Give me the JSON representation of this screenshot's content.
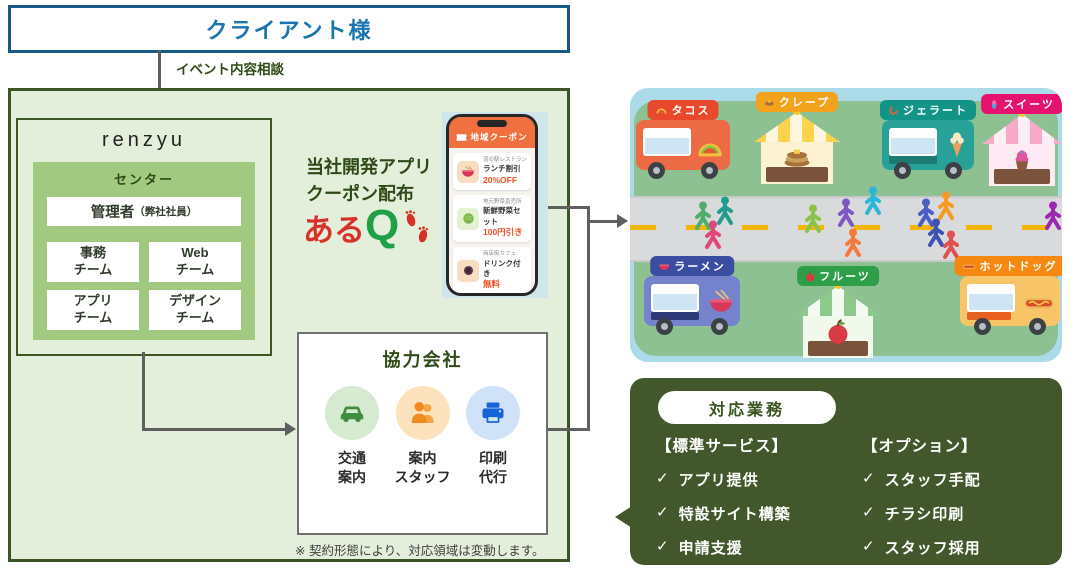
{
  "client_box": {
    "label": "クライアント様"
  },
  "consult_arrow": {
    "label": "イベント内容相談"
  },
  "renzyu": {
    "title": "renzyu",
    "center": "センター",
    "manager_main": "管理者",
    "manager_sub": "（弊社社員）",
    "teams": [
      {
        "line1": "事務",
        "line2": "チーム"
      },
      {
        "line1": "Web",
        "line2": "チーム"
      },
      {
        "line1": "アプリ",
        "line2": "チーム"
      },
      {
        "line1": "デザイン",
        "line2": "チーム"
      }
    ]
  },
  "app_promo": {
    "line1": "当社開発アプリ",
    "line2": "クーポン配布",
    "logo_red": "ある",
    "logo_green": "Q"
  },
  "phone_app": {
    "header": "地域クーポン",
    "coupons": [
      {
        "shop": "道の駅レストラン",
        "title": "ランチ割引",
        "offer": "20%OFF",
        "icon": "ramen-bowl-icon"
      },
      {
        "shop": "地元野菜直売所",
        "title": "新鮮野菜セット",
        "offer": "100円引き",
        "icon": "vegetable-icon"
      },
      {
        "shop": "商店街カフェ",
        "title": "ドリンク付き",
        "offer": "無料",
        "icon": "coffee-icon"
      }
    ]
  },
  "partners": {
    "title": "協力会社",
    "items": [
      {
        "icon": "car-icon",
        "line1": "交通",
        "line2": "案内"
      },
      {
        "icon": "staff-icon",
        "line1": "案内",
        "line2": "スタッフ"
      },
      {
        "icon": "printer-icon",
        "line1": "印刷",
        "line2": "代行"
      }
    ],
    "note": "※ 契約形態により、対応領域は変動します。"
  },
  "market": {
    "stalls": [
      {
        "label": "タコス",
        "kind": "truck",
        "badge_color": "#e8492c"
      },
      {
        "label": "クレープ",
        "kind": "tent",
        "badge_color": "#f3a21c"
      },
      {
        "label": "ジェラート",
        "kind": "truck",
        "badge_color": "#129487"
      },
      {
        "label": "スイーツ",
        "kind": "tent",
        "badge_color": "#e5136f"
      },
      {
        "label": "ラーメン",
        "kind": "truck",
        "badge_color": "#3b4da0"
      },
      {
        "label": "フルーツ",
        "kind": "tent",
        "badge_color": "#2f9e49"
      },
      {
        "label": "ホットドッグ",
        "kind": "truck",
        "badge_color": "#f58811"
      }
    ]
  },
  "services": {
    "title": "対応業務",
    "check": "✓",
    "columns": [
      {
        "heading": "【標準サービス】",
        "items": [
          "アプリ提供",
          "特設サイト構築",
          "申請支援"
        ]
      },
      {
        "heading": "【オプション】",
        "items": [
          "スタッフ手配",
          "チラシ印刷",
          "スタッフ採用"
        ]
      }
    ]
  },
  "colors": {
    "client_border": "#175a88",
    "client_text": "#1a74ae",
    "frame_green": "#3c5526",
    "frame_fill": "#e4efdb",
    "center_green": "#a1c980",
    "heading_green": "#2e4a17",
    "logo_red": "#d7322a",
    "logo_green": "#1f9f48",
    "phone_header_orange": "#f07040",
    "offer_orange": "#ef4f23",
    "services_bg": "#42582c",
    "connector_gray": "#5f5f5f"
  }
}
